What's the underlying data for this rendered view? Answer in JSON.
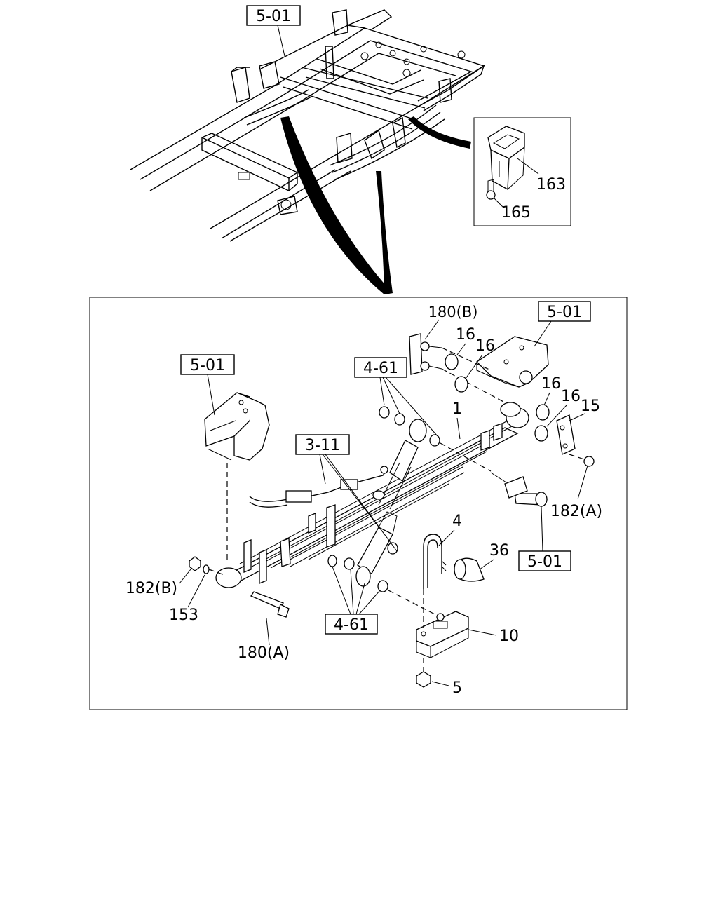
{
  "labels": {
    "ref_top_frame": "5-01",
    "ref_bracket_left": "5-01",
    "ref_bracket_right": "5-01",
    "ref_shackle_pin": "5-01",
    "ref_shock_upper": "4-61",
    "ref_shock_lower": "4-61",
    "ref_brake": "3-11",
    "p163": "163",
    "p165": "165",
    "p180b": "180(B)",
    "p16a": "16",
    "p16b": "16",
    "p16c": "16",
    "p16d": "16",
    "p15": "15",
    "p1": "1",
    "p182a": "182(A)",
    "p4": "4",
    "p36": "36",
    "p182b": "182(B)",
    "p153": "153",
    "p180a": "180(A)",
    "p10": "10",
    "p5": "5"
  }
}
